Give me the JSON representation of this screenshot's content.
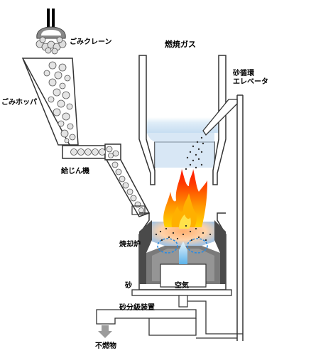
{
  "labels": {
    "crane": "ごみクレーン",
    "flue_gas": "燃焼ガス",
    "sand_elevator_1": "砂循環",
    "sand_elevator_2": "エレベータ",
    "hopper": "ごみホッパ",
    "feeder": "給じん機",
    "furnace": "焼却炉",
    "sand": "砂",
    "air": "空気",
    "classifier": "砂分級装置",
    "incombustibles": "不燃物"
  },
  "colors": {
    "wall_dark": "#4a4a4a",
    "wall_mid": "#9a9a9a",
    "gas_blue": "#bcd8ef",
    "air_blue": "#7fc4ee",
    "flame_red": "#ff2a00",
    "flame_orange": "#ff8c00",
    "flame_yellow": "#ffd400",
    "sand_ring": "#2a8be0",
    "arrow_gray": "#9c9c9c"
  }
}
